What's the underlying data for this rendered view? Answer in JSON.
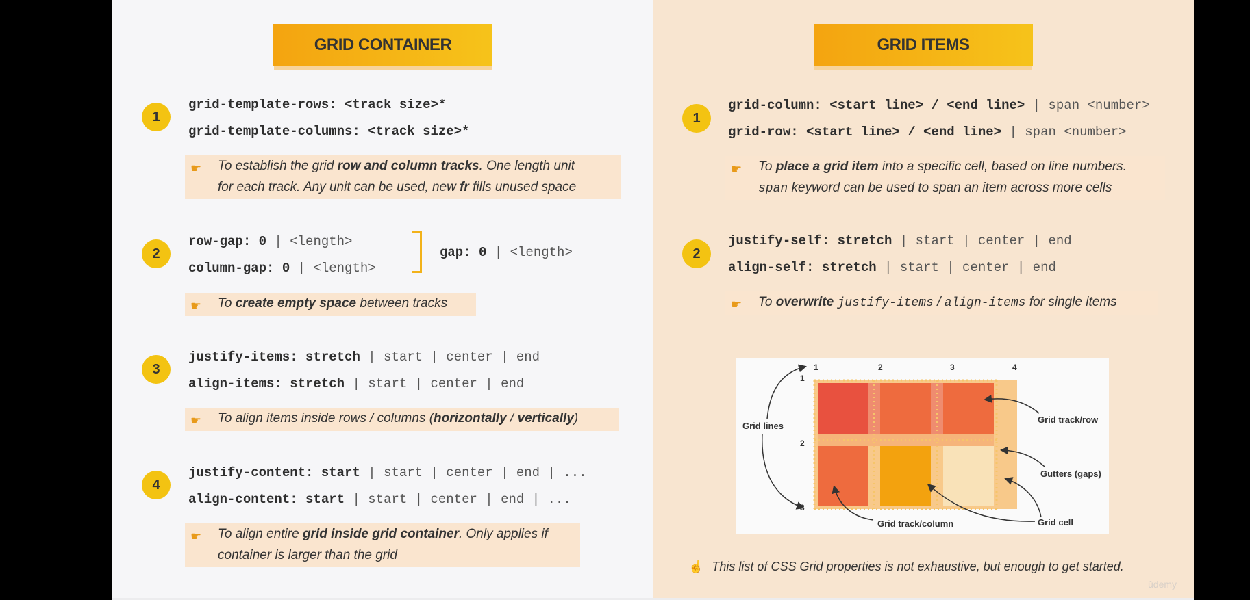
{
  "left": {
    "title": "GRID CONTAINER",
    "s1": {
      "num": "1",
      "l1_prop": "grid-template-rows:",
      "l1_val": "<track size>*",
      "l2_prop": "grid-template-columns:",
      "l2_val": "<track size>*",
      "note_a": "To establish the grid ",
      "note_b": "row and column tracks",
      "note_c": ". One length unit",
      "note_d": "for each track. Any unit can be used, new ",
      "note_e": "fr",
      "note_f": " fills unused space"
    },
    "s2": {
      "num": "2",
      "l1_prop": "row-gap: 0",
      "l1_opt": " | <length>",
      "l2_prop": "column-gap: 0",
      "l2_opt": " | <length>",
      "gap_prop": "gap: 0",
      "gap_opt": " | <length>",
      "note_a": "To ",
      "note_b": "create empty space",
      "note_c": " between tracks"
    },
    "s3": {
      "num": "3",
      "l1_prop": "justify-items: stretch",
      "l1_opt": " | start | center | end",
      "l2_prop": "align-items: stretch",
      "l2_opt": " | start | center | end",
      "note_a": "To align items inside rows / columns (",
      "note_b": "horizontally",
      "note_c": " / ",
      "note_d": "vertically",
      "note_e": ")"
    },
    "s4": {
      "num": "4",
      "l1_prop": "justify-content: start",
      "l1_opt": " | start | center | end | ...",
      "l2_prop": "align-content: start",
      "l2_opt": " | start | center | end | ...",
      "note_a": "To align entire ",
      "note_b": "grid inside grid container",
      "note_c": ". Only applies if",
      "note_d": "container is larger than the grid"
    }
  },
  "right": {
    "title": "GRID ITEMS",
    "s1": {
      "num": "1",
      "l1_prop": "grid-column: <start line> / <end line>",
      "l1_opt": " | span <number>",
      "l2_prop": "grid-row: <start line> / <end line>",
      "l2_opt": " | span <number>",
      "note_a": "To ",
      "note_b": "place a grid item",
      "note_c": " into a specific cell, based on line numbers.",
      "note_d": "span",
      "note_e": " keyword can be used to span an item across more cells"
    },
    "s2": {
      "num": "2",
      "l1_prop": "justify-self: stretch",
      "l1_opt": " | start | center | end",
      "l2_prop": "align-self: stretch",
      "l2_opt": " | start | center | end",
      "note_a": "To ",
      "note_b": "overwrite",
      "note_c": " ",
      "note_d": "justify-items",
      "note_e": " / ",
      "note_f": "align-items",
      "note_g": " for single items"
    },
    "diagram": {
      "col_nums": [
        "1",
        "2",
        "3",
        "4"
      ],
      "row_nums": [
        "1",
        "2",
        "3"
      ],
      "grid_lines": "Grid lines",
      "track_row": "Grid track/row",
      "gutters": "Gutters (gaps)",
      "track_column": "Grid track/column",
      "cell": "Grid cell"
    },
    "footer": "This list of CSS Grid properties is not exhaustive, but enough to get started."
  },
  "watermark": "ûdemy",
  "icons": {
    "note": "pointing-hand-icon",
    "footer": "pointing-up-hand-icon"
  },
  "colors": {
    "badge": "#f3c312",
    "title_start": "#f4a410",
    "title_end": "#f6c31a",
    "left_bg": "#f6f6f8",
    "right_bg": "#f8e5d0"
  }
}
